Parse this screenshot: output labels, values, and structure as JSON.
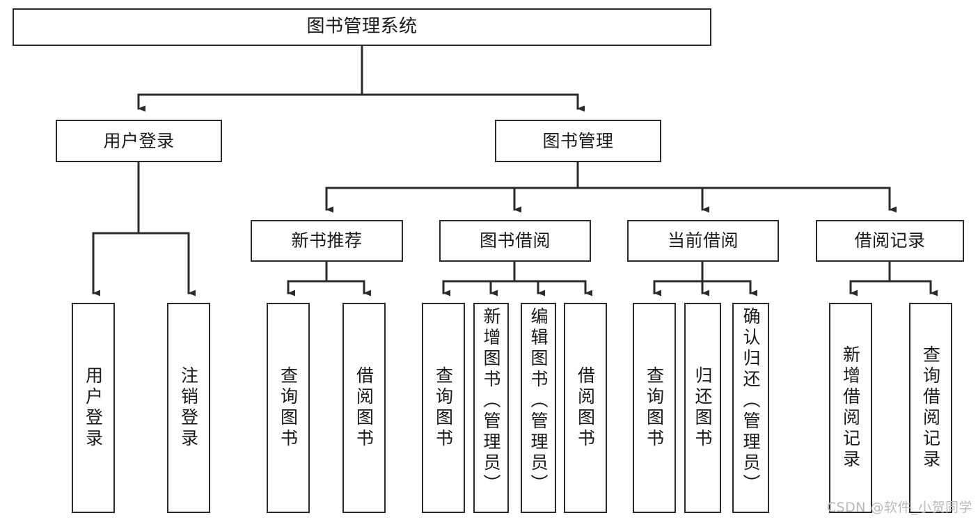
{
  "diagram": {
    "type": "tree-hierarchy",
    "title": "图书管理系统",
    "orientation": "top-down",
    "colors": {
      "background": "#ffffff",
      "node_border": "#2b2b2b",
      "node_fill": "#ffffff",
      "edge": "#2b2b2b",
      "text": "#1a1a1a",
      "watermark": "#b9b9b9"
    },
    "levels": {
      "root": {
        "label": "图书管理系统"
      },
      "level2": [
        {
          "id": "user-login",
          "label": "用户登录"
        },
        {
          "id": "book-management",
          "label": "图书管理"
        }
      ],
      "level3": [
        {
          "id": "new-book-recommend",
          "label": "新书推荐",
          "parent": "book-management"
        },
        {
          "id": "book-borrow",
          "label": "图书借阅",
          "parent": "book-management"
        },
        {
          "id": "current-borrow",
          "label": "当前借阅",
          "parent": "book-management"
        },
        {
          "id": "borrow-record",
          "label": "借阅记录",
          "parent": "book-management"
        }
      ],
      "leaves": [
        {
          "id": "leaf-user-login",
          "label": "用户登录",
          "parent": "user-login"
        },
        {
          "id": "leaf-user-logout",
          "label": "注销登录",
          "parent": "user-login"
        },
        {
          "id": "leaf-query-book-1",
          "label": "查询图书",
          "parent": "new-book-recommend"
        },
        {
          "id": "leaf-borrow-book-1",
          "label": "借阅图书",
          "parent": "new-book-recommend"
        },
        {
          "id": "leaf-query-book-2",
          "label": "查询图书",
          "parent": "book-borrow"
        },
        {
          "id": "leaf-add-book",
          "label": "新增图书（管理员）",
          "parent": "book-borrow"
        },
        {
          "id": "leaf-edit-book",
          "label": "编辑图书（管理员）",
          "parent": "book-borrow"
        },
        {
          "id": "leaf-borrow-book-2",
          "label": "借阅图书",
          "parent": "book-borrow"
        },
        {
          "id": "leaf-query-book-3",
          "label": "查询图书",
          "parent": "current-borrow"
        },
        {
          "id": "leaf-return-book",
          "label": "归还图书",
          "parent": "current-borrow"
        },
        {
          "id": "leaf-confirm-return",
          "label": "确认归还（管理员）",
          "parent": "current-borrow"
        },
        {
          "id": "leaf-add-record",
          "label": "新增借阅记录",
          "parent": "borrow-record"
        },
        {
          "id": "leaf-query-record",
          "label": "查询借阅记录",
          "parent": "borrow-record"
        }
      ]
    }
  },
  "watermark": {
    "text": "CSDN @软件_小贺同学"
  }
}
